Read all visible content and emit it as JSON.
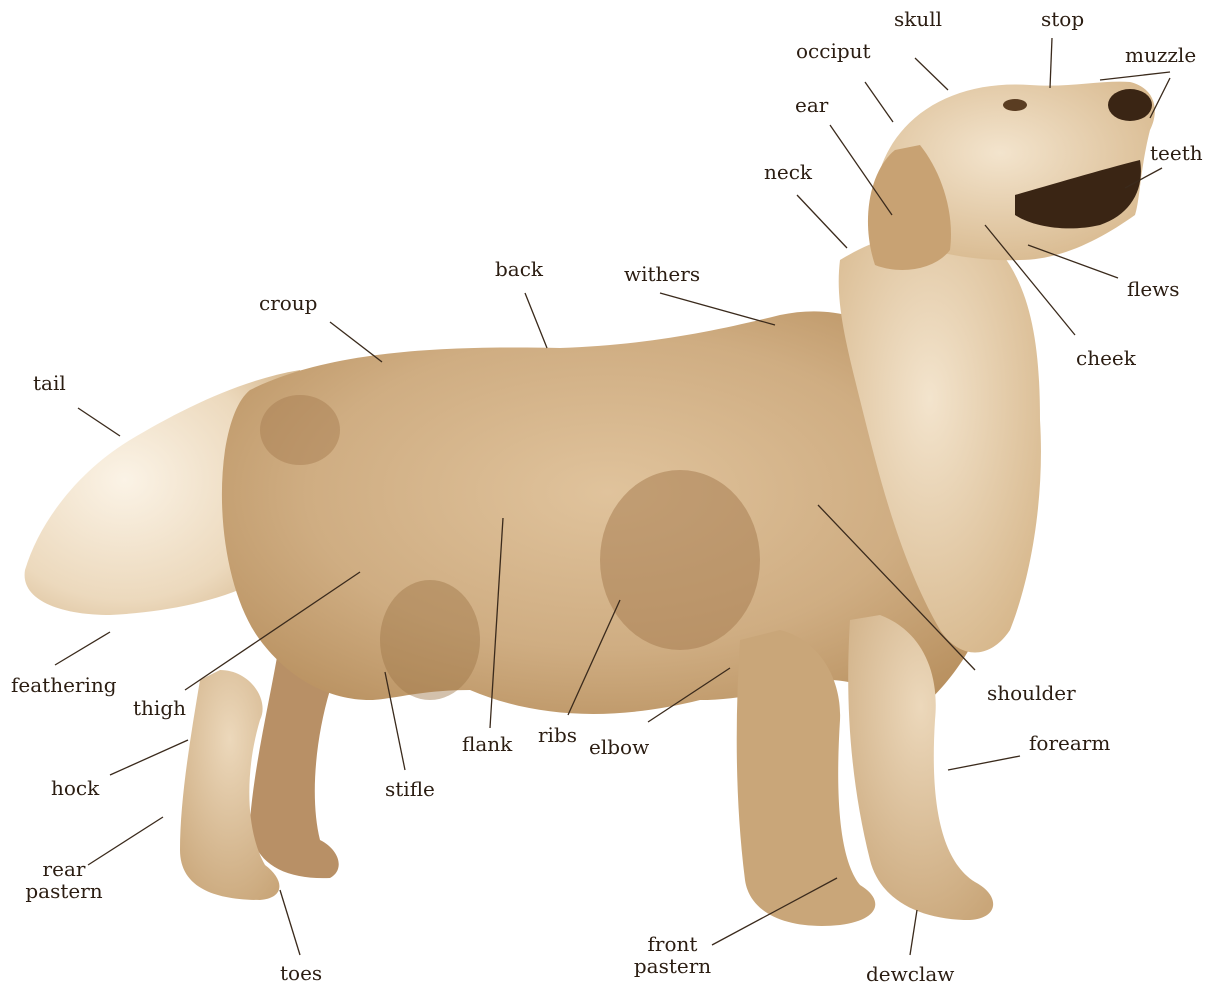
{
  "diagram": {
    "labels": {
      "skull": "skull",
      "stop": "stop",
      "occiput": "occiput",
      "muzzle": "muzzle",
      "ear": "ear",
      "teeth": "teeth",
      "neck": "neck",
      "flews": "flews",
      "back": "back",
      "withers": "withers",
      "croup": "croup",
      "cheek": "cheek",
      "tail": "tail",
      "feathering": "feathering",
      "thigh": "thigh",
      "shoulder": "shoulder",
      "flank": "flank",
      "ribs": "ribs",
      "elbow": "elbow",
      "forearm": "forearm",
      "hock": "hock",
      "stifle": "stifle",
      "rear_pastern_1": "rear",
      "rear_pastern_2": "pastern",
      "front_pastern_1": "front",
      "front_pastern_2": "pastern",
      "toes": "toes",
      "dewclaw": "dewclaw"
    },
    "colors": {
      "coat_light": "#efdcc0",
      "coat_mid": "#d8b88e",
      "coat_dark": "#a57a50",
      "ink": "#2b1d12"
    }
  }
}
